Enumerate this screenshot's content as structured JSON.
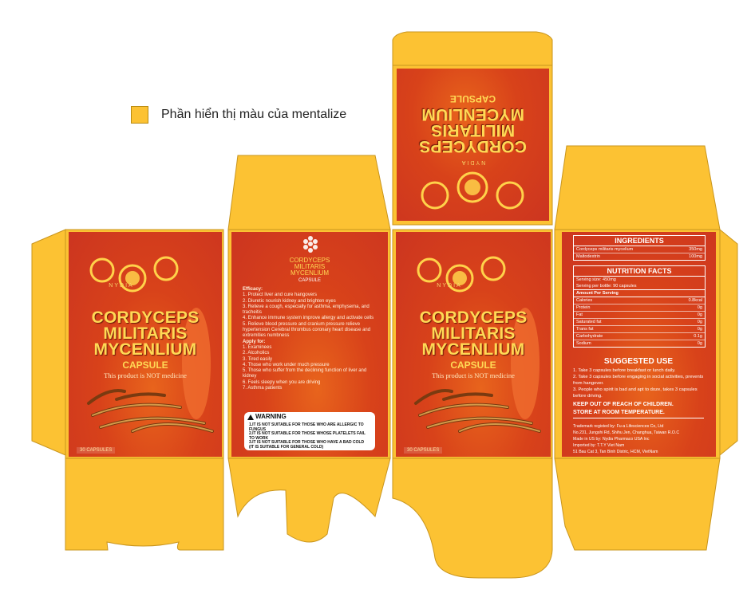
{
  "legend": {
    "text": "Phần hiển thị màu của mentalize",
    "color": "#fcc233"
  },
  "colors": {
    "flap": "#fcc233",
    "flap_stroke": "#c9951d",
    "panel": "#d8421a",
    "gold": "#ffd955"
  },
  "front": {
    "brand": "NYDIA",
    "title_lines": [
      "CORDYCEPS",
      "MILITARIS",
      "MYCENLIUM"
    ],
    "subtitle": "CAPSULE",
    "note": "This product is NOT medicine",
    "capsules": "30 CAPSULES"
  },
  "side": {
    "title_lines": [
      "CORDYCEPS",
      "MILITARIS",
      "MYCENLIUM"
    ],
    "subtitle": "CAPSULE",
    "efficacy_title": "Efficacy:",
    "efficacy": [
      "1. Protect liver and cure hangovers",
      "2. Diuretic nourish kidney and brighten eyes",
      "3. Relieve a cough, especially for asthma, emphysema, and tracheitis",
      "4. Enhance immune system improve allergy and activate cells",
      "5. Relieve blood pressure and cranium pressure relieve hypertension Cerebral thrombus coronary heart disease and extremities numbness"
    ],
    "apply_title": "Apply for:",
    "apply": [
      "1. Examinees",
      "2. Alcoholics",
      "3. Tired easily",
      "4. Those who work under much pressure",
      "5. Those who suffer from the declining function of liver and kidney",
      "6. Feels sleepy when you are driving",
      "7. Asthma patients"
    ],
    "warning_title": "WARNING",
    "warnings": [
      "1.IT IS NOT SUITABLE FOR THOSE WHO ARE ALLERGIC TO FUNGUS",
      "2.IT IS NOT SUITABLE FOR THOSE WHOSE PLATELETS FAIL TO WORK",
      "3.IT IS NOT SUITABLE FOR THOSE WHO HAVE A BAD COLD (IT IS SUITABLE FOR GENERAL COLD)"
    ]
  },
  "info": {
    "ingredients_title": "INGREDIENTS",
    "ingredients": [
      {
        "name": "Cordyceps militaris mycelium",
        "amount": "350mg"
      },
      {
        "name": "Maltodextrin",
        "amount": "100mg"
      }
    ],
    "nutrition_title": "NUTRITION FACTS",
    "serving_size": "Serving size: 450mg",
    "serving_per_bottle": "Serving per bottle: 90 capsules",
    "amount_per_serving": "Amount Per Serving",
    "nutrition": [
      {
        "name": "Calories",
        "amount": "0.8kcal"
      },
      {
        "name": "Protein",
        "amount": "0g"
      },
      {
        "name": "Fat",
        "amount": "0g"
      },
      {
        "name": "Saturated fat",
        "amount": "0g"
      },
      {
        "name": "Trans fat",
        "amount": "0g"
      },
      {
        "name": "Carbohydrate",
        "amount": "0.1g"
      },
      {
        "name": "Sodium",
        "amount": "0g"
      }
    ],
    "suggested_title": "SUGGESTED USE",
    "suggested": [
      "1. Take 3 capsules before breakfast or lunch daily.",
      "2. Take 3 capsules before engaging in social activities, prevents from hangover.",
      "3. People who spirit is bad and apt to doze, takes 3 capsules before driving."
    ],
    "keep_line1": "KEEP OUT OF REACH OF CHILDREN.",
    "keep_line2": "STORE AT ROOM TEMPERATURE.",
    "company": [
      "Trademark registed by: Fu-a Lifesciences Co, Ltd",
      "No.231, Jungshi Rd, Shihu Jen, Changhua, Taiwan R.O.C",
      "Made in US by: Nydia Pharmaco USA Inc",
      "Imported by: T.T.Y Viet Nam",
      "51 Bau Cat 3, Tan Binh Distric, HCM, VietNam"
    ]
  }
}
